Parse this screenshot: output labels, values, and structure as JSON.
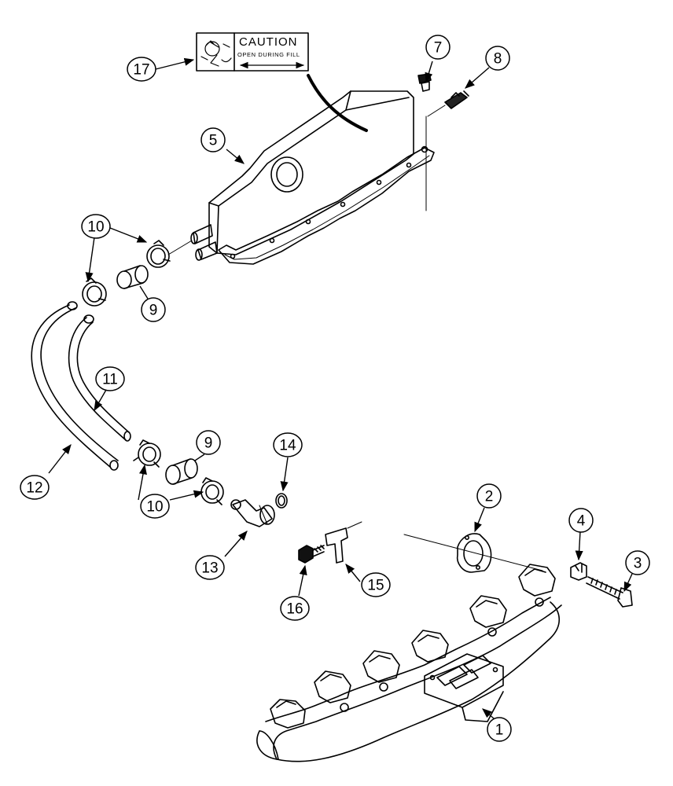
{
  "diagram": {
    "caution_label": {
      "title": "CAUTION",
      "subtitle": "OPEN DURING FILL"
    },
    "callouts": [
      {
        "id": "callout-1",
        "label": "1"
      },
      {
        "id": "callout-2",
        "label": "2"
      },
      {
        "id": "callout-3",
        "label": "3"
      },
      {
        "id": "callout-4",
        "label": "4"
      },
      {
        "id": "callout-5",
        "label": "5"
      },
      {
        "id": "callout-7",
        "label": "7"
      },
      {
        "id": "callout-8",
        "label": "8"
      },
      {
        "id": "callout-9-upper",
        "label": "9"
      },
      {
        "id": "callout-9-lower",
        "label": "9"
      },
      {
        "id": "callout-10-upper",
        "label": "10"
      },
      {
        "id": "callout-10-lower",
        "label": "10"
      },
      {
        "id": "callout-11",
        "label": "11"
      },
      {
        "id": "callout-12",
        "label": "12"
      },
      {
        "id": "callout-13",
        "label": "13"
      },
      {
        "id": "callout-14",
        "label": "14"
      },
      {
        "id": "callout-15",
        "label": "15"
      },
      {
        "id": "callout-16",
        "label": "16"
      },
      {
        "id": "callout-17",
        "label": "17"
      }
    ]
  }
}
